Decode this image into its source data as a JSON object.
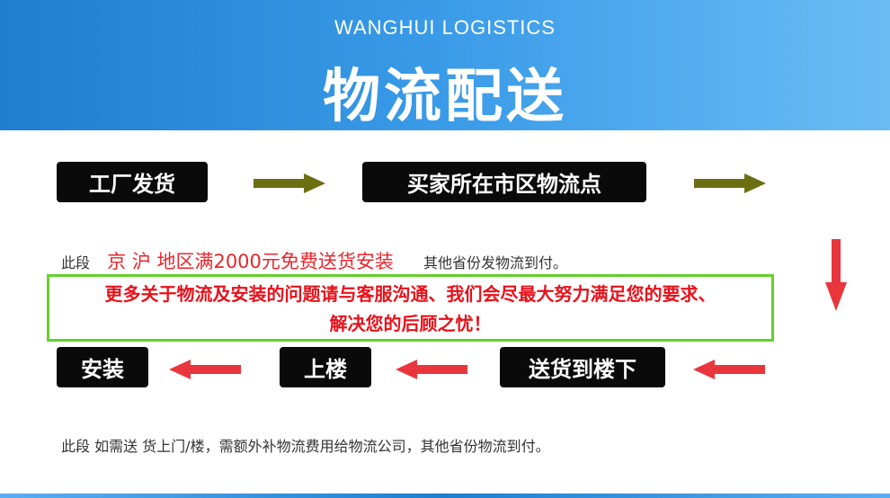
{
  "header": {
    "subtitle": "WANGHUI LOGISTICS",
    "title": "物流配送"
  },
  "steps": [
    "工厂发货",
    "买家所在市区物流点",
    "送货到楼下",
    "上楼",
    "安装"
  ],
  "note1": {
    "prefix": "此段",
    "highlight": "京 沪 地区满2000元免费送货安装",
    "suffix": "其他省份发物流到付。"
  },
  "message": {
    "line1": "更多关于物流及安装的问题请与客服沟通、我们会尽最大努力满足您的要求、",
    "line2": "解决您的后顾之忧！"
  },
  "note2": "此段 如需送 货上门/楼，需额外补物流费用给物流公司，其他省份物流到付。",
  "colors": {
    "olive_arrow": "#6b6f12",
    "red_arrow": "#e8363c",
    "border_green": "#63d12b"
  }
}
